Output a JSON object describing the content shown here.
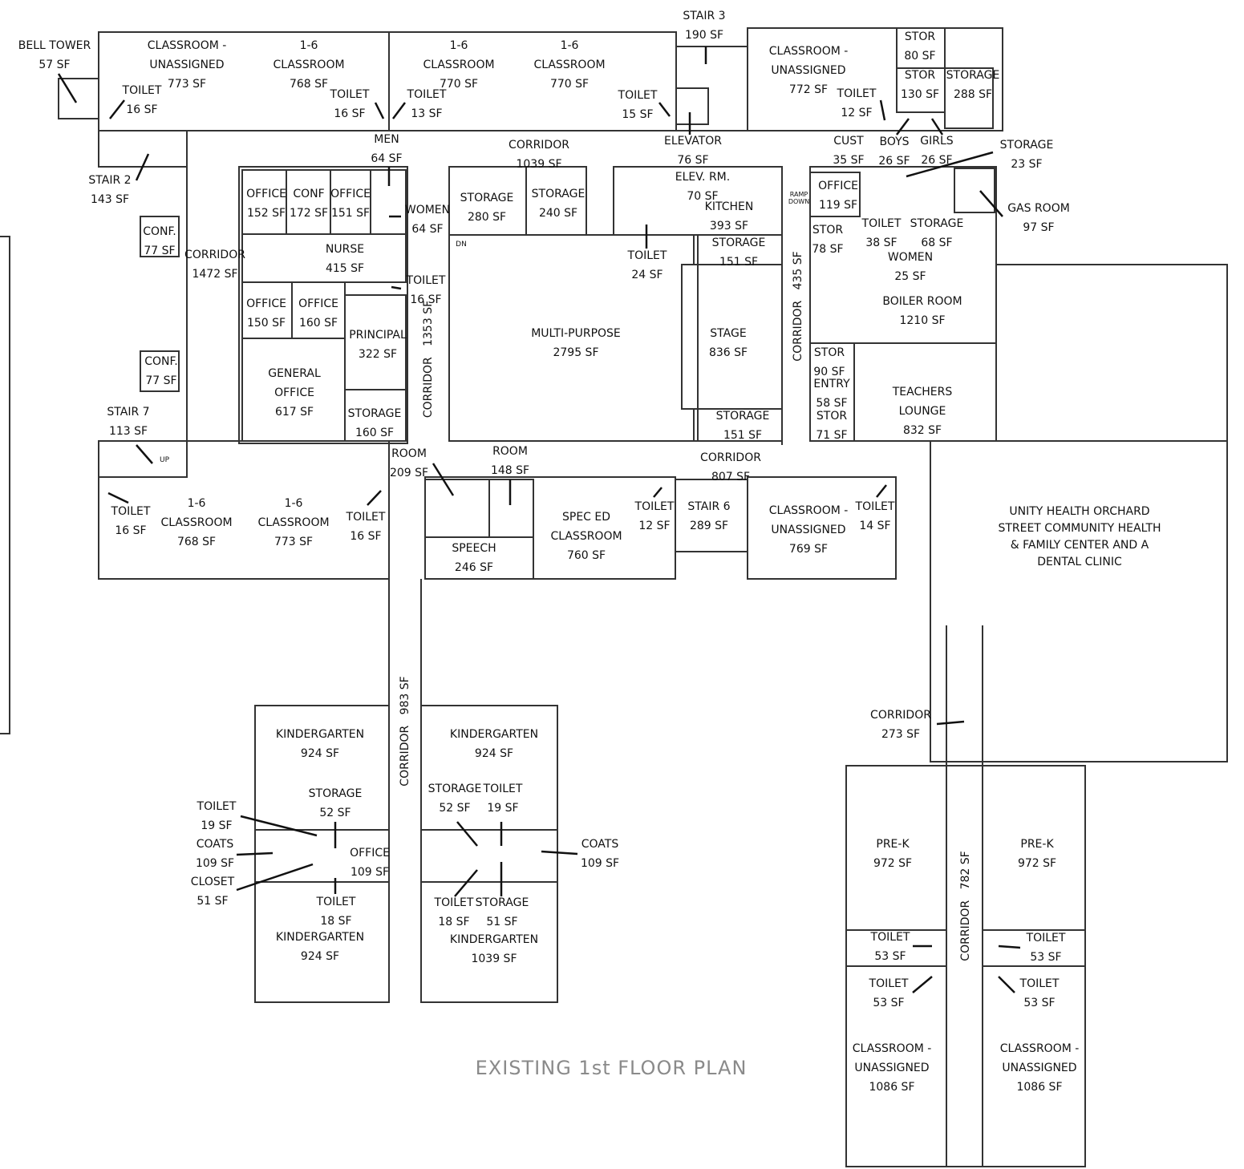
{
  "plan_title": "EXISTING 1st FLOOR PLAN",
  "rooms": {
    "bell_tower": "BELL TOWER\n57 SF",
    "toilet_a": "TOILET\n16 SF",
    "classroom_unassigned_773": "CLASSROOM -\nUNASSIGNED\n773 SF",
    "classroom_768_top": "1-6\nCLASSROOM\n768 SF",
    "toilet_b": "TOILET\n16 SF",
    "toilet_c": "TOILET\n13 SF",
    "classroom_770_a": "1-6\nCLASSROOM\n770 SF",
    "classroom_770_b": "1-6\nCLASSROOM\n770 SF",
    "toilet_15": "TOILET\n15 SF",
    "stair_3": "STAIR 3\n190 SF",
    "elevator": "ELEVATOR\n76 SF",
    "classroom_unassigned_772": "CLASSROOM -\nUNASSIGNED\n772 SF",
    "toilet_12_top": "TOILET\n12 SF",
    "stor_80": "STOR\n80 SF",
    "stor_130": "STOR\n130 SF",
    "storage_288": "STORAGE\n288 SF",
    "cust": "CUST\n35 SF",
    "boys": "BOYS\n26 SF",
    "girls": "GIRLS\n26 SF",
    "storage_23": "STORAGE\n23 SF",
    "stair_2": "STAIR 2\n143 SF",
    "men": "MEN\n64 SF",
    "corridor_1039": "CORRIDOR\n1039 SF",
    "office_152": "OFFICE\n152 SF",
    "conf_172": "CONF\n172 SF",
    "office_151": "OFFICE\n151 SF",
    "women_64": "WOMEN\n64 SF",
    "storage_280": "STORAGE\n280 SF",
    "storage_240": "STORAGE\n240 SF",
    "elev_rm": "ELEV. RM.\n70 SF",
    "kitchen": "KITCHEN\n393 SF",
    "office_119": "OFFICE\n119 SF",
    "toilet_38": "TOILET\n38 SF",
    "storage_68": "STORAGE\n68 SF",
    "gas_room": "GAS ROOM\n97 SF",
    "conf_77_a": "CONF.\n77 SF",
    "corridor_1472": "CORRIDOR\n1472 SF",
    "nurse": "NURSE\n415 SF",
    "toilet_16_nurse": "TOILET\n16 SF",
    "toilet_24": "TOILET\n24 SF",
    "storage_151_a": "STORAGE\n151 SF",
    "stor_78": "STOR\n78 SF",
    "women_25": "WOMEN\n25 SF",
    "boiler_room": "BOILER ROOM\n1210 SF",
    "office_150": "OFFICE\n150 SF",
    "office_160": "OFFICE\n160 SF",
    "principal": "PRINCIPAL\n322 SF",
    "multi_purpose": "MULTI-PURPOSE\n2795 SF",
    "stage": "STAGE\n836 SF",
    "conf_77_b": "CONF.\n77 SF",
    "general_office": "GENERAL\nOFFICE\n617 SF",
    "storage_160": "STORAGE\n160 SF",
    "storage_151_b": "STORAGE\n151 SF",
    "stor_90": "STOR\n90 SF",
    "entry_58": "ENTRY\n58 SF",
    "stor_71": "STOR\n71 SF",
    "teachers_lounge": "TEACHERS\nLOUNGE\n832 SF",
    "stair_7": "STAIR 7\n113 SF",
    "room_209": "ROOM\n209 SF",
    "room_148": "ROOM\n148 SF",
    "corridor_807": "CORRIDOR\n807 SF",
    "toilet_16_left": "TOILET\n16 SF",
    "classroom_768_bottom": "1-6\nCLASSROOM\n768 SF",
    "classroom_773_bottom": "1-6\nCLASSROOM\n773 SF",
    "toilet_16_right": "TOILET\n16 SF",
    "speech": "SPEECH\n246 SF",
    "speced": "SPEC ED\nCLASSROOM\n760 SF",
    "toilet_12_mid": "TOILET\n12 SF",
    "stair_6": "STAIR 6\n289 SF",
    "classroom_unassigned_769": "CLASSROOM -\nUNASSIGNED\n769 SF",
    "toilet_14": "TOILET\n14 SF",
    "unity_health": "UNITY HEALTH ORCHARD\nSTREET COMMUNITY HEALTH\n& FAMILY CENTER AND A\nDENTAL CLINIC",
    "kindergarten_924_a": "KINDERGARTEN\n924 SF",
    "kindergarten_924_b": "KINDERGARTEN\n924 SF",
    "storage_52_a": "STORAGE\n52 SF",
    "toilet_19_a": "TOILET\n19 SF",
    "coats_109_a": "COATS\n109 SF",
    "office_109": "OFFICE\n109 SF",
    "closet_51": "CLOSET\n51 SF",
    "toilet_18_a": "TOILET\n18 SF",
    "kindergarten_924_c": "KINDERGARTEN\n924 SF",
    "storage_52_b": "STORAGE\n52 SF",
    "toilet_19_b": "TOILET\n19 SF",
    "coats_109_b": "COATS\n109 SF",
    "toilet_18_b": "TOILET\n18 SF",
    "storage_51": "STORAGE\n51 SF",
    "kindergarten_1039": "KINDERGARTEN\n1039 SF",
    "corridor_273": "CORRIDOR\n273 SF",
    "prek_a": "PRE-K\n972 SF",
    "prek_b": "PRE-K\n972 SF",
    "toilet_53_a": "TOILET\n53 SF",
    "toilet_53_b": "TOILET\n53 SF",
    "toilet_53_c": "TOILET\n53 SF",
    "toilet_53_d": "TOILET\n53 SF",
    "classroom_unassigned_1086_a": "CLASSROOM -\nUNASSIGNED\n1086 SF",
    "classroom_unassigned_1086_b": "CLASSROOM -\nUNASSIGNED\n1086 SF"
  },
  "vertical_labels": {
    "corridor_1353": "CORRIDOR   1353 SF",
    "corridor_435": "CORRIDOR   435 SF",
    "corridor_983": "CORRIDOR   983 SF",
    "corridor_782": "CORRIDOR   782 SF"
  },
  "small_marks": {
    "up": "UP",
    "dn": "DN",
    "ramp_down": "RAMP\nDOWN"
  },
  "line_color": "#333333",
  "title_color": "#8a8a8a"
}
